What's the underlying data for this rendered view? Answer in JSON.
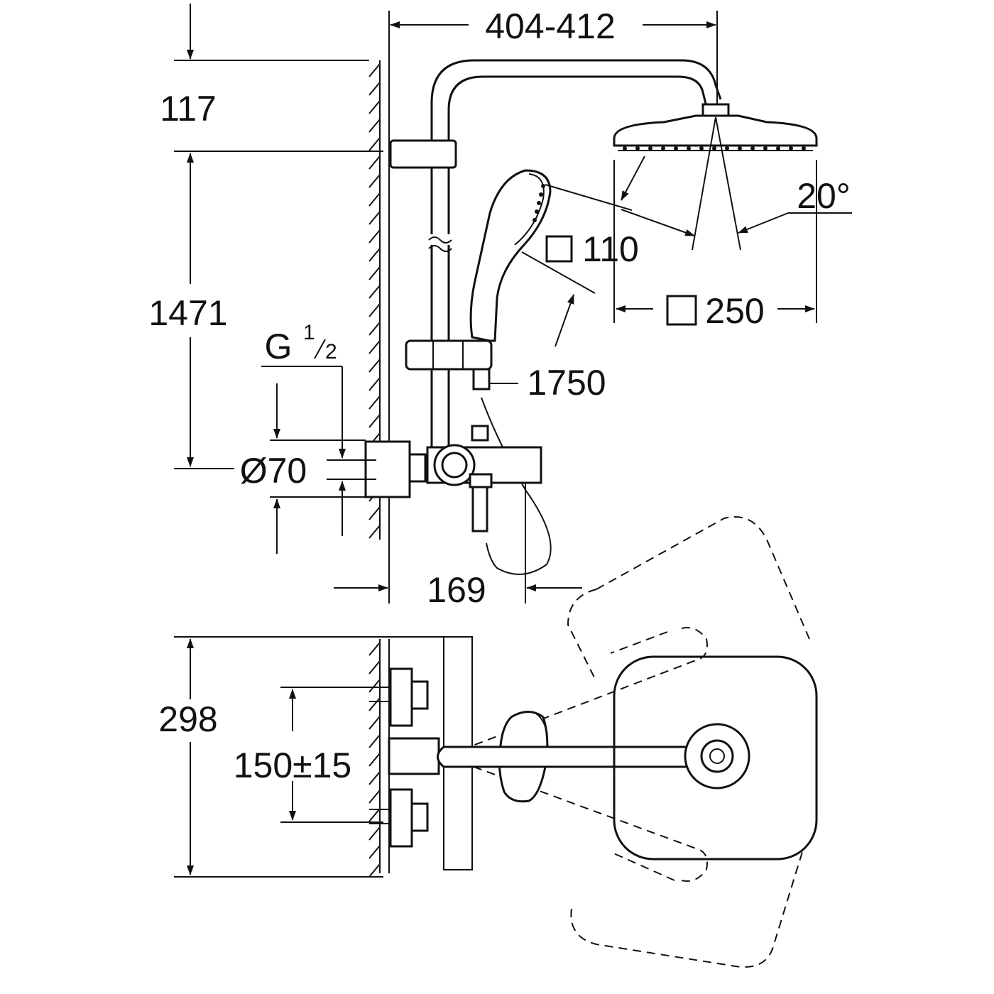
{
  "dimensions": {
    "width_range": "404-412",
    "top_offset": "117",
    "height": "1471",
    "thread": "G",
    "thread_num": "1",
    "thread_den": "2",
    "hand_shower_size": "110",
    "head_shower_size": "250",
    "hose_length": "1750",
    "diameter": "Ø70",
    "projection": "169",
    "angle": "20°",
    "depth": "298",
    "centers": "150±15"
  },
  "colors": {
    "line": "#111111",
    "background": "#ffffff"
  }
}
